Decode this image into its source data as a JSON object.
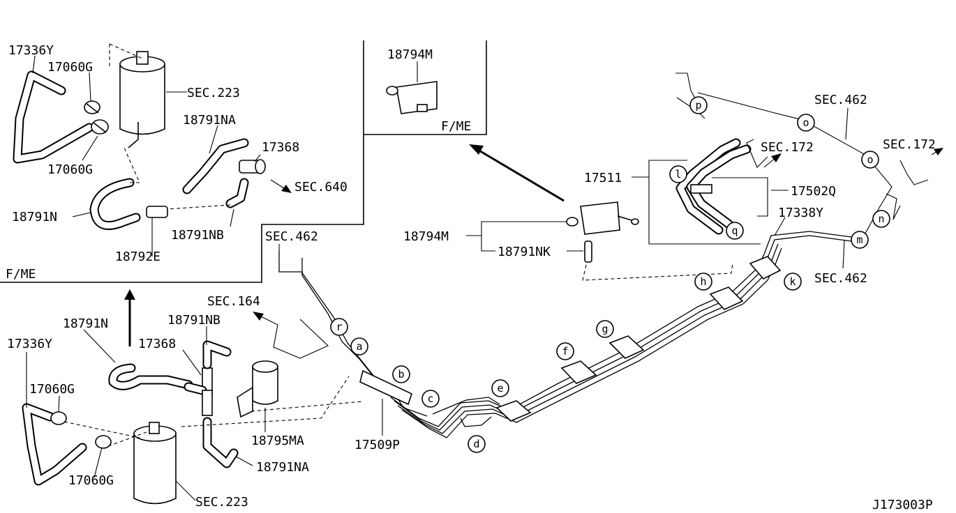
{
  "drawing_id": "J173003P",
  "labels": {
    "p17336y_a": "17336Y",
    "p17060g_a1": "17060G",
    "sec223_a": "SEC.223",
    "p17060g_a2": "17060G",
    "p18791na_a": "18791NA",
    "p17368_a": "17368",
    "sec640": "SEC.640",
    "p18791n_a": "18791N",
    "p18791nb_a": "18791NB",
    "p18792e": "18792E",
    "fme_a": "F/ME",
    "p18794m_box": "18794M",
    "fme_b": "F/ME",
    "p18794m": "18794M",
    "p18791nk": "18791NK",
    "sec462_a": "SEC.462",
    "sec164": "SEC.164",
    "p18791n_b": "18791N",
    "p18791nb_b": "18791NB",
    "p17368_b": "17368",
    "p17336y_b": "17336Y",
    "p17060g_b1": "17060G",
    "p17060g_b2": "17060G",
    "p18795ma": "18795MA",
    "p17509p": "17509P",
    "p18791na_b": "18791NA",
    "sec223_b": "SEC.223",
    "p17511": "17511",
    "p17502q": "17502Q",
    "p17338y": "17338Y",
    "sec462_b": "SEC.462",
    "sec462_c": "SEC.462",
    "sec172_a": "SEC.172",
    "sec172_b": "SEC.172"
  },
  "callouts": [
    "a",
    "b",
    "c",
    "d",
    "e",
    "f",
    "g",
    "h",
    "k",
    "l",
    "m",
    "n",
    "o",
    "o",
    "p",
    "q",
    "r"
  ]
}
